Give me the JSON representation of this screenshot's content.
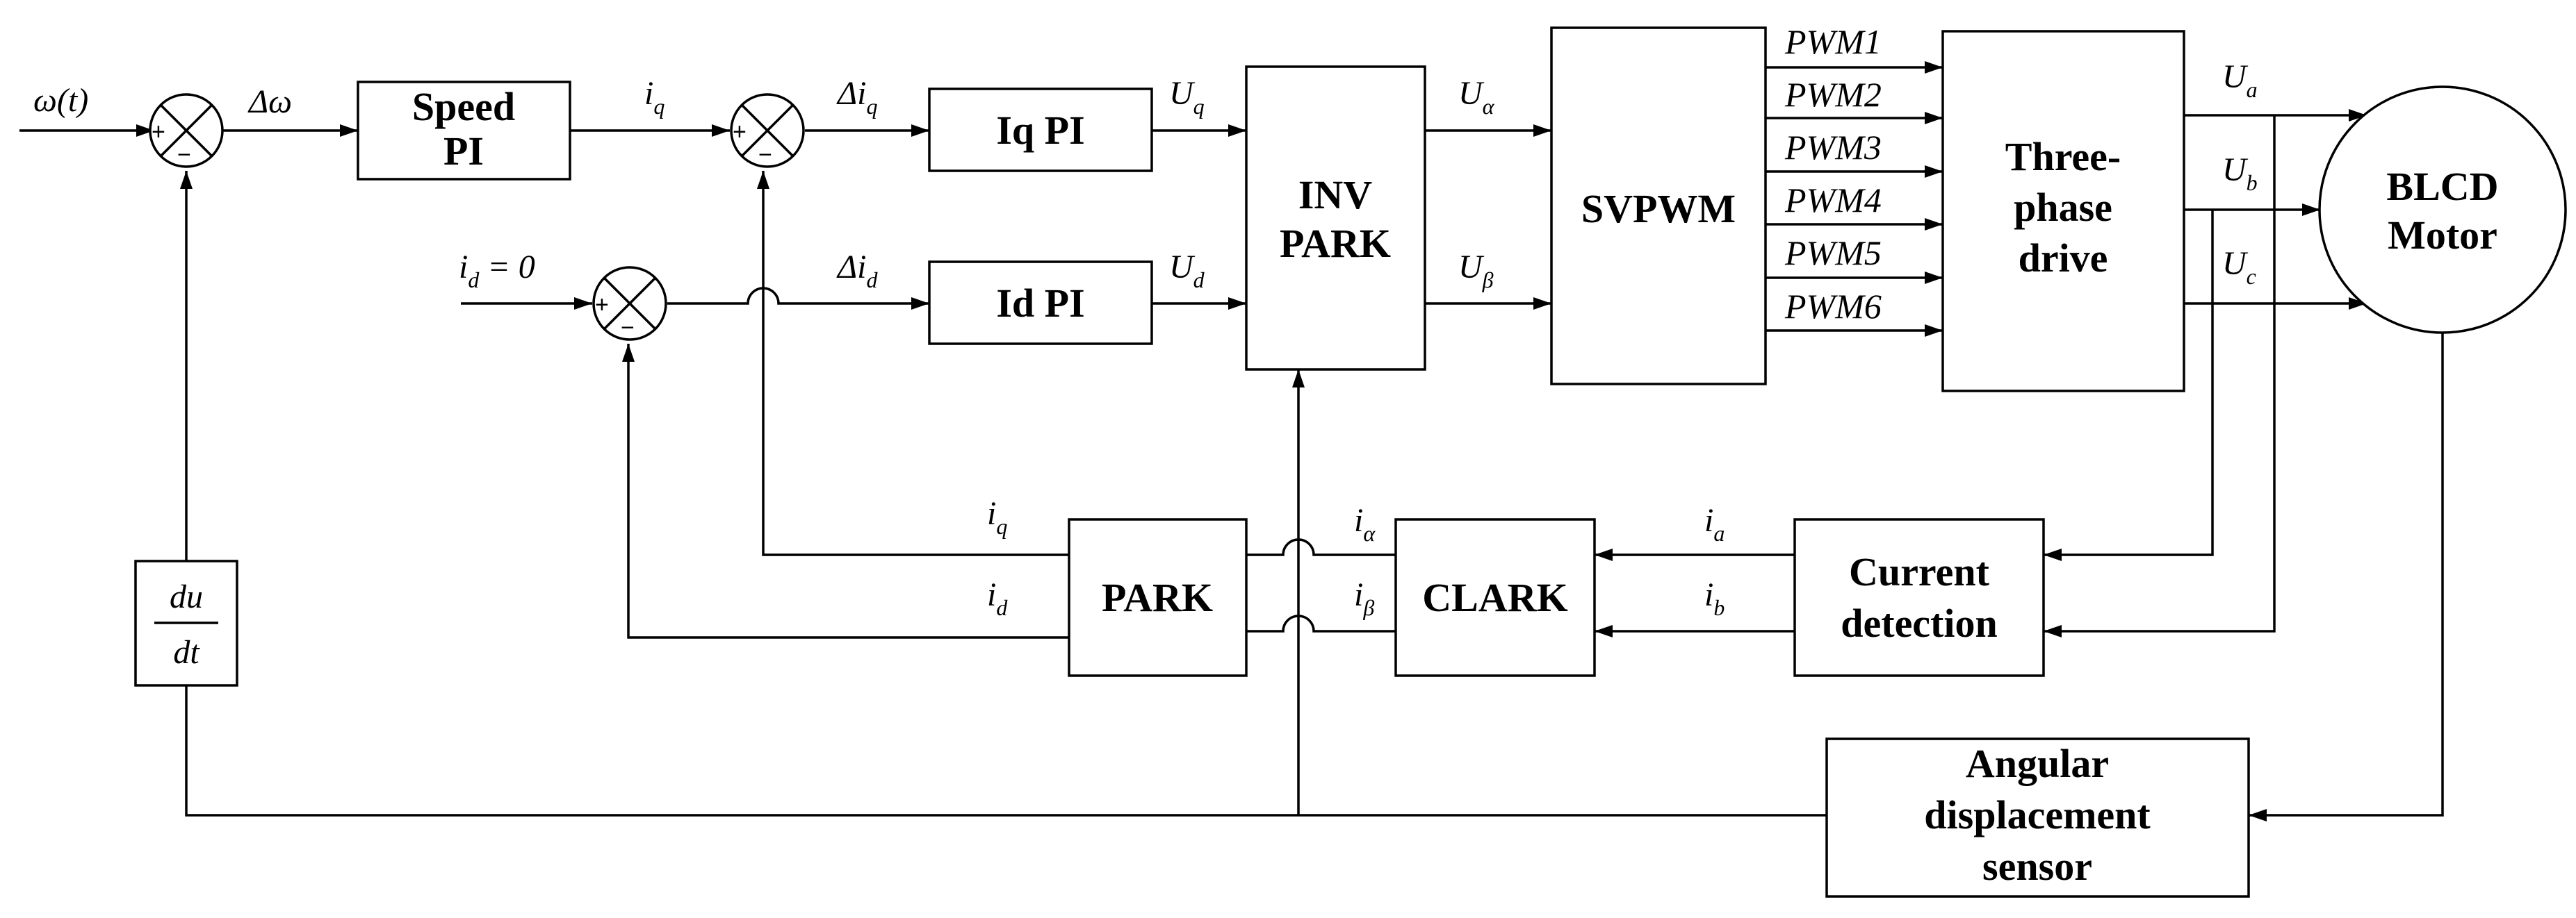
{
  "blocks": {
    "speed_pi": [
      "Speed",
      "PI"
    ],
    "iq_pi": "Iq PI",
    "id_pi": "Id PI",
    "inv_park": [
      "INV",
      "PARK"
    ],
    "svpwm": "SVPWM",
    "three_phase": [
      "Three-",
      "phase",
      "drive"
    ],
    "motor": [
      "BLCD",
      "Motor"
    ],
    "park": "PARK",
    "clark": "CLARK",
    "current_detection": [
      "Current",
      "detection"
    ],
    "angular_sensor": [
      "Angular",
      "displacement",
      "sensor"
    ],
    "derivative": {
      "num": "du",
      "den": "dt"
    }
  },
  "signals": {
    "omega_t": "ω(t)",
    "delta_omega": "Δω",
    "iq_ref": {
      "main": "i",
      "sub": "q"
    },
    "delta_iq": {
      "main": "Δi",
      "sub": "q"
    },
    "delta_id": {
      "main": "Δi",
      "sub": "d"
    },
    "id_ref": {
      "main": "i",
      "sub": "d",
      "tail": " = 0"
    },
    "uq": {
      "main": "U",
      "sub": "q"
    },
    "ud": {
      "main": "U",
      "sub": "d"
    },
    "u_alpha": {
      "main": "U",
      "sub": "α"
    },
    "u_beta": {
      "main": "U",
      "sub": "β"
    },
    "pwm": [
      "PWM1",
      "PWM2",
      "PWM3",
      "PWM4",
      "PWM5",
      "PWM6"
    ],
    "ua": {
      "main": "U",
      "sub": "a"
    },
    "ub": {
      "main": "U",
      "sub": "b"
    },
    "uc": {
      "main": "U",
      "sub": "c"
    },
    "ia": {
      "main": "i",
      "sub": "a"
    },
    "ib": {
      "main": "i",
      "sub": "b"
    },
    "i_alpha": {
      "main": "i",
      "sub": "α"
    },
    "i_beta": {
      "main": "i",
      "sub": "β"
    },
    "iq_fb": {
      "main": "i",
      "sub": "q"
    },
    "id_fb": {
      "main": "i",
      "sub": "d"
    }
  },
  "signs": {
    "plus": "+",
    "minus": "−"
  }
}
